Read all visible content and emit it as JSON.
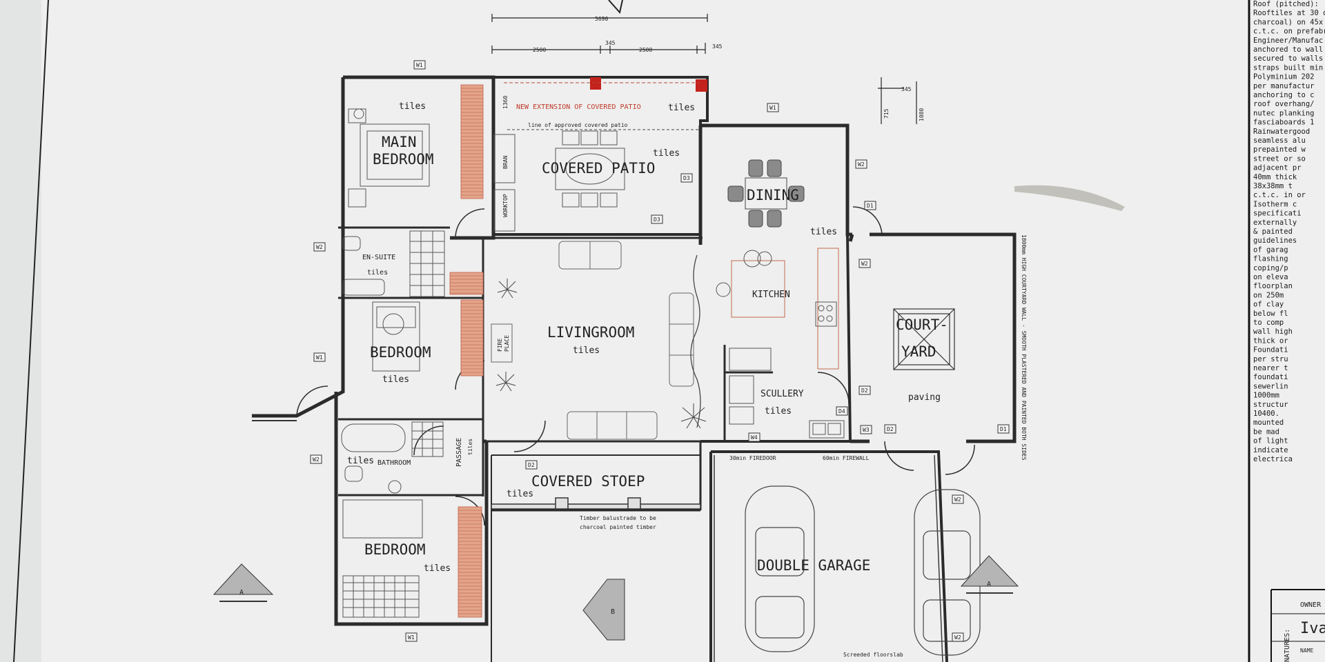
{
  "rooms": {
    "main_bedroom": [
      "MAIN",
      "BEDROOM"
    ],
    "covered_patio": "COVERED PATIO",
    "dining": "DINING",
    "en_suite": "EN-SUITE",
    "bedroom": "BEDROOM",
    "livingroom": "LIVINGROOM",
    "kitchen": "KITCHEN",
    "courtyard": [
      "COURT-",
      "YARD"
    ],
    "scullery": "SCULLERY",
    "bathroom": "BATHROOM",
    "passage": "PASSAGE",
    "covered_stoep": "COVERED STOEP",
    "double_garage": "DOUBLE GARAGE",
    "fireplace": [
      "FIRE",
      "PLACE"
    ],
    "bran": "BRAN",
    "worktop": "WORKTOP"
  },
  "finishes": {
    "tiles": "tiles",
    "paving": "paving"
  },
  "annotations": {
    "new_extension": "NEW EXTENSION OF COVERED PATIO",
    "line_of_patio": "line of approved covered patio",
    "timber_balustrade": [
      "Timber balustrade to be",
      "charcoal painted timber"
    ],
    "firedoor": "30min FIREDOOR",
    "firewall": "60min FIREWALL",
    "screeded_floor": "Screeded floorslab",
    "courtyard_wall": "1800mm HIGH COURTYARD WALL - SMOOTH PLASTERED AND PAINTED BOTH SIDES"
  },
  "dimensions": {
    "overall": "5690",
    "left_span": "2500",
    "gap": "345",
    "right_span": "2500",
    "end": "345",
    "patio_depth": "1360",
    "vert_a": "715",
    "vert_b": "1080",
    "vert_c": "345"
  },
  "window_tags": [
    "W1",
    "W2",
    "W3",
    "W4",
    "D1",
    "D2",
    "D3",
    "D4"
  ],
  "section_marks": {
    "a": "A",
    "b": "B"
  },
  "notes_lines": [
    "Roof (pitched):",
    "Rooftiles at 30 d",
    "charcoal) on 45x",
    "c.t.c. on prefabri",
    "Engineer/Manufac",
    "anchored to wall",
    "secured to walls",
    "straps built min",
    "Polyminium 202",
    "per manufactur",
    "anchoring to c",
    "roof overhang/",
    "nutec planking",
    "fasciaboards 1",
    "Rainwatergood",
    "seamless alu",
    "prepainted w",
    "street or so",
    "adjacent pr",
    "40mm thick",
    "38x38mm t",
    "c.t.c. in or",
    "Isotherm c",
    "specificati",
    "externally",
    "& painted",
    "guidelines",
    "of garag",
    "flashing",
    "coping/p",
    "on eleva",
    "floorplan",
    "on 250m",
    "of clay",
    "below fl",
    "to comp",
    "wall high",
    "thick or",
    "Foundati",
    "per stru",
    "nearer t",
    "foundati",
    "sewerlin",
    "1000mm",
    "structur",
    "10400.",
    "mounted",
    "be mad",
    "of light",
    "indicate",
    "electrica"
  ],
  "title_block": {
    "owner": "OWNER",
    "name": "Iva",
    "name_label": "NAME",
    "signatures": "NATURES:"
  }
}
